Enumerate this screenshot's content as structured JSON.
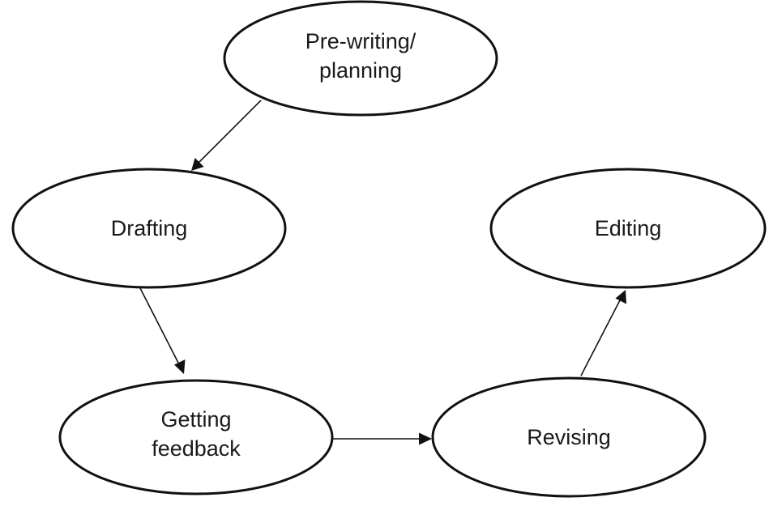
{
  "diagram": {
    "nodes": [
      {
        "id": "prewriting",
        "lines": [
          "Pre-writing/",
          "planning"
        ]
      },
      {
        "id": "drafting",
        "lines": [
          "Drafting"
        ]
      },
      {
        "id": "editing",
        "lines": [
          "Editing"
        ]
      },
      {
        "id": "feedback",
        "lines": [
          "Getting",
          "feedback"
        ]
      },
      {
        "id": "revising",
        "lines": [
          "Revising"
        ]
      }
    ],
    "edges": [
      {
        "from": "prewriting",
        "to": "drafting"
      },
      {
        "from": "drafting",
        "to": "feedback"
      },
      {
        "from": "feedback",
        "to": "revising"
      },
      {
        "from": "revising",
        "to": "editing"
      }
    ],
    "colors": {
      "stroke": "#111111",
      "text": "#1a1a1a",
      "background": "#ffffff"
    }
  }
}
